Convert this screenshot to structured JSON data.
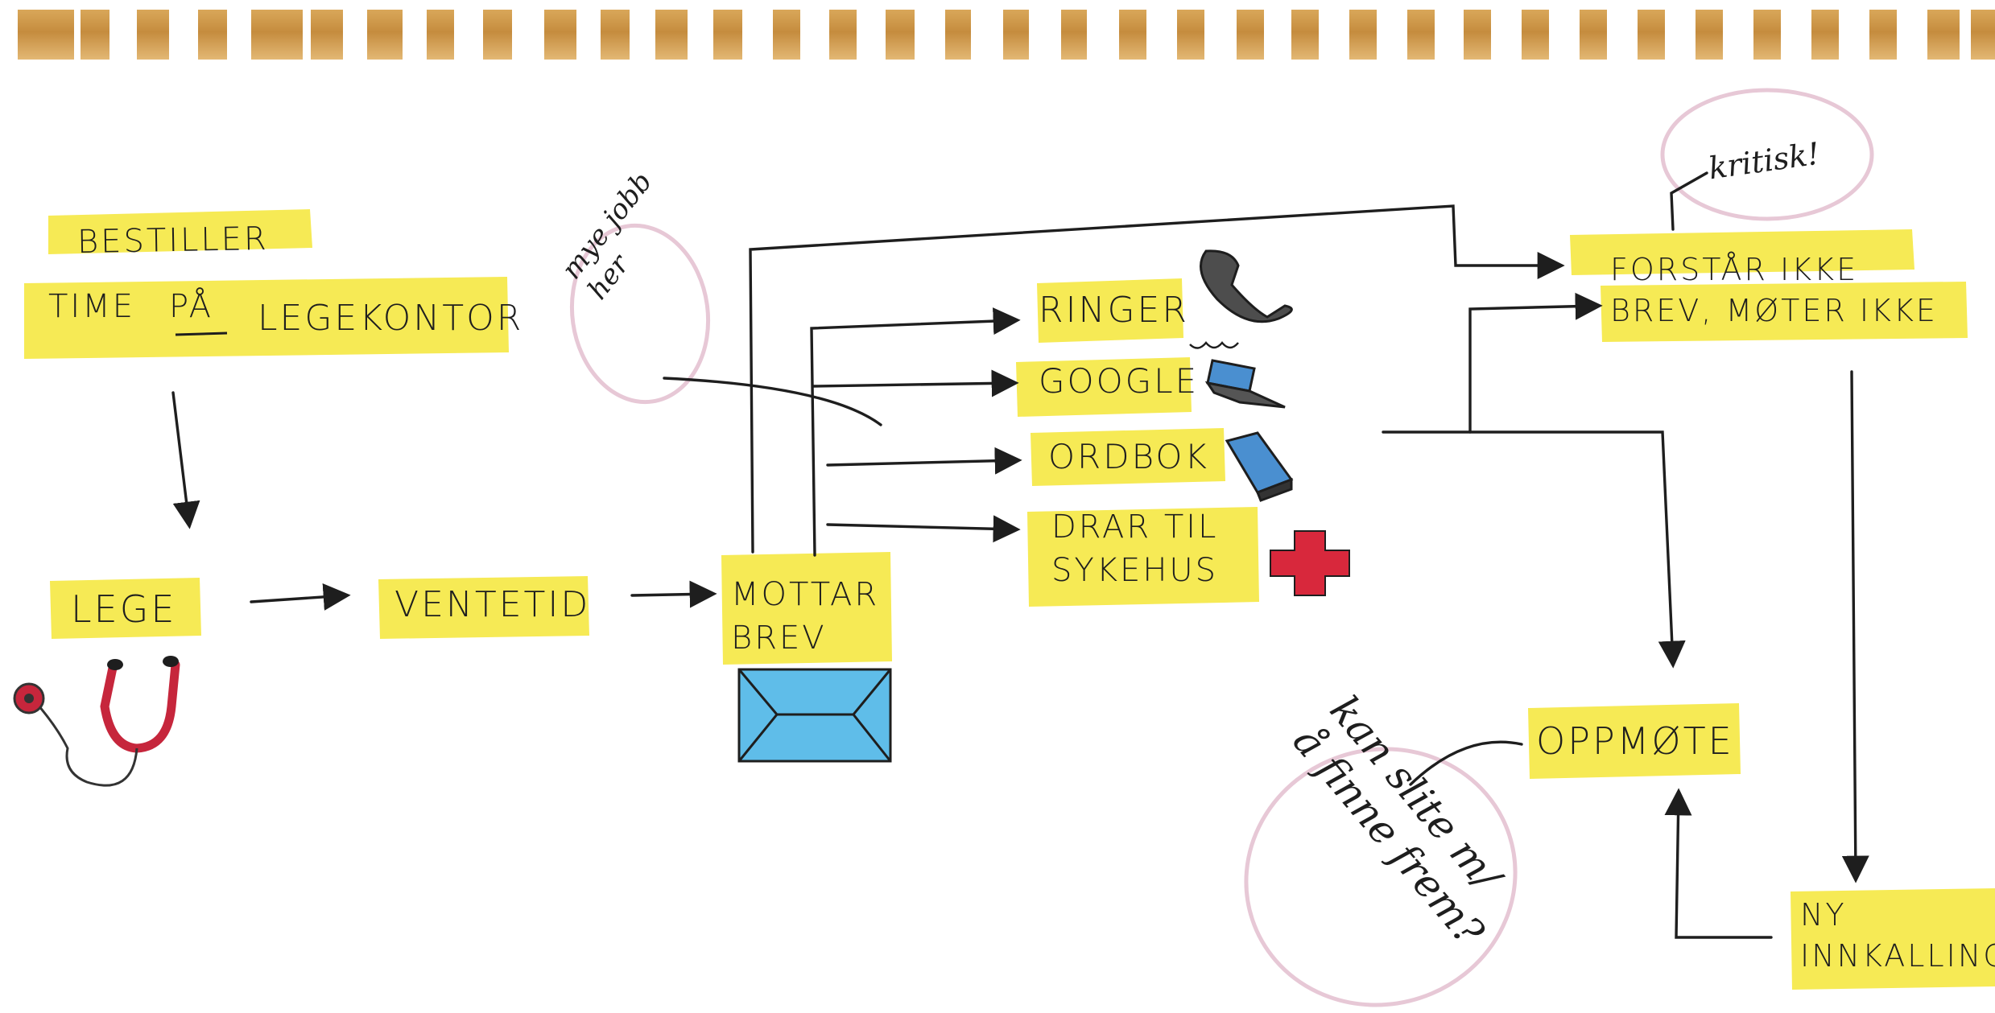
{
  "colors": {
    "highlight": "#f6ea55",
    "ink": "#1e1e1e",
    "bubble": "#e7c8d6",
    "envelope": "#5fbde9",
    "cross": "#d8283c",
    "stethoscope": "#c6263c",
    "tape": "#c58c3e"
  },
  "nodes": {
    "bestiller": {
      "line1": "BESTILLER",
      "line2_a": "TIME",
      "line2_b": "PÅ",
      "line2_c": "LEGEKONTOR"
    },
    "lege": {
      "label": "LEGE"
    },
    "ventetid": {
      "label": "VENTETID"
    },
    "mottar_brev": {
      "label": "MOTTAR\nBREV"
    },
    "ringer": {
      "label": "RINGER"
    },
    "google": {
      "label": "GOOGLE"
    },
    "ordbok": {
      "label": "ORDBOK"
    },
    "drar_til": {
      "label": "DRAR TIL\nSYKEHUS"
    },
    "forstar": {
      "label": "FORSTÅR IKKE\nBREV, MØTER IKKE"
    },
    "oppmote": {
      "label": "OPPMØTE"
    },
    "ny_innkalling": {
      "label": "NY\nINNKALLING"
    }
  },
  "notes": {
    "mye_jobb": "mye jobb\nher",
    "kritisk": "kritisk!",
    "kan_slite": "kan slite m/\nå finne frem?"
  },
  "icons": [
    "phone-icon",
    "laptop-icon",
    "dictionary-icon",
    "red-cross-icon",
    "envelope-icon",
    "stethoscope-icon"
  ]
}
